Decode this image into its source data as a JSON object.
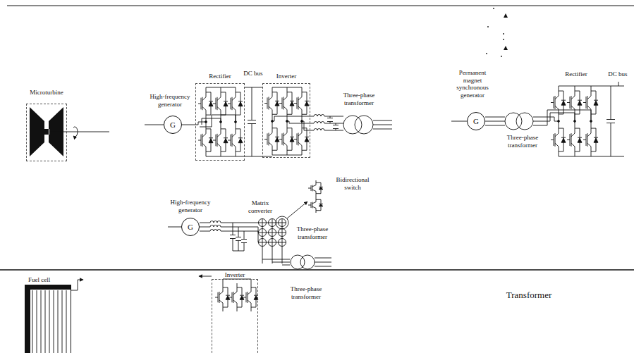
{
  "diagram": {
    "nodes": [
      {
        "text": [
          "Microturbine"
        ]
      },
      {
        "text": [
          "G"
        ]
      },
      {
        "text": [
          "Rectifier"
        ]
      },
      {
        "text": [
          "Inverter"
        ]
      },
      {
        "text": [
          "G"
        ]
      },
      {
        "text": [
          "G"
        ]
      },
      {
        "text": [
          "Fuel cell"
        ]
      },
      {
        "text": [
          "Inverter"
        ]
      }
    ],
    "edges": [
      {
        "from": 1,
        "to": 2,
        "arrow": "none"
      },
      {
        "from": 2,
        "to": 3,
        "arrow": "none"
      }
    ],
    "labels": [
      "High-frequency generator",
      "DC bus",
      "Three-phase transformer",
      "Permanent magnet synchronous generator",
      "Three-phase transformer",
      "Rectifier",
      "DC bus",
      "High-frequency generator",
      "Matrix converter",
      "Bidirectional switch",
      "Three-phase transformer",
      "Three-phase transformer",
      "Transformer"
    ]
  }
}
